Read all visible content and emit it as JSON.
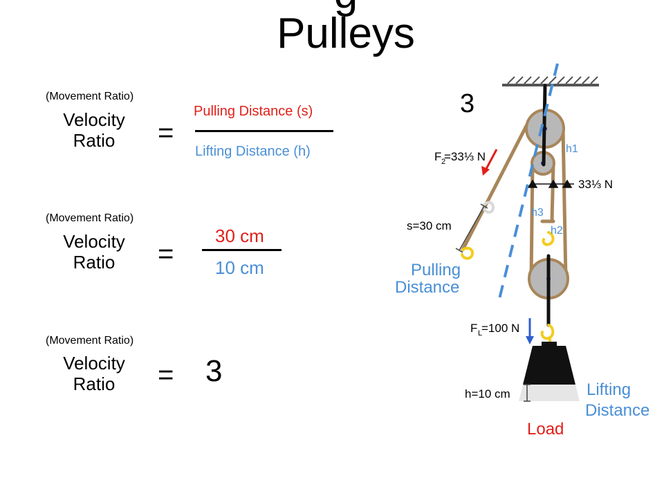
{
  "title": {
    "cut_line": "g",
    "main": "Pulleys"
  },
  "equations": [
    {
      "movement_ratio": "(Movement Ratio)",
      "velocity_line1": "Velocity",
      "velocity_line2": "Ratio",
      "equals": "=",
      "numerator": "Pulling Distance (s)",
      "denominator": "Lifting Distance (h)"
    },
    {
      "movement_ratio": "(Movement Ratio)",
      "velocity_line1": "Velocity",
      "velocity_line2": "Ratio",
      "equals": "=",
      "numerator": "30 cm",
      "denominator": "10 cm"
    },
    {
      "movement_ratio": "(Movement Ratio)",
      "velocity_line1": "Velocity",
      "velocity_line2": "Ratio",
      "equals": "=",
      "result": "3"
    }
  ],
  "diagram": {
    "number": "3",
    "f2_label": "F",
    "f2_sub": "2",
    "f2_value": " =33⅓ N",
    "tension_label": "33⅓ N",
    "s_label": "s=30 cm",
    "fl_label": "F",
    "fl_sub": "L",
    "fl_value": " =100 N",
    "h_label": "h=10 cm",
    "h1": "h1",
    "h2": "h2",
    "h3": "h3",
    "pulling_line1": "Pulling",
    "pulling_line2": "Distance",
    "lifting_line1": "Lifting",
    "lifting_line2": "Distance",
    "load": "Load"
  },
  "colors": {
    "red": "#e0201a",
    "blue": "#4a8fd6",
    "rope": "#a8865a",
    "pulley": "#b8b8b8",
    "hook": "#f2cc1e"
  }
}
